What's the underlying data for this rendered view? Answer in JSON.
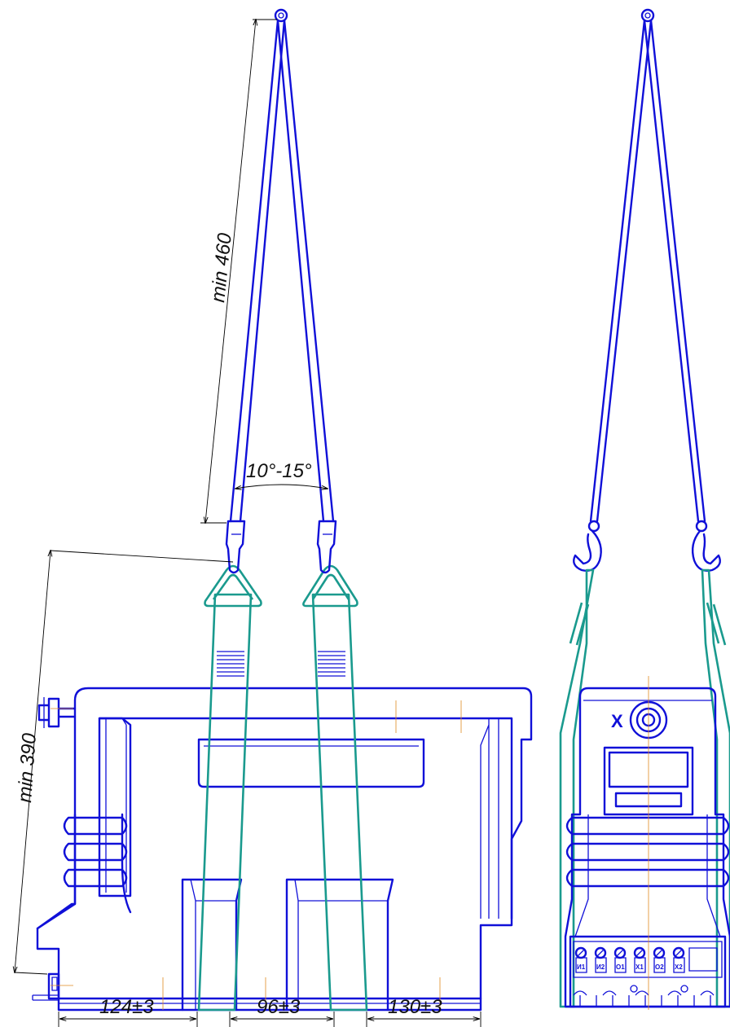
{
  "dimensions": {
    "sling_length": "min 460",
    "sling_angle": "10°-15°",
    "height": "min 390",
    "left_offset": "124±3",
    "middle_span": "96±3",
    "right_offset": "130±3"
  },
  "terminals": [
    "И1",
    "И2",
    "О1",
    "Х1",
    "О2",
    "Х2"
  ],
  "nameplate_mark": "X",
  "colors": {
    "outline": "#1010d8",
    "sling": "#1a9a8e",
    "dimension": "#000000",
    "axis": "#e08a20"
  }
}
